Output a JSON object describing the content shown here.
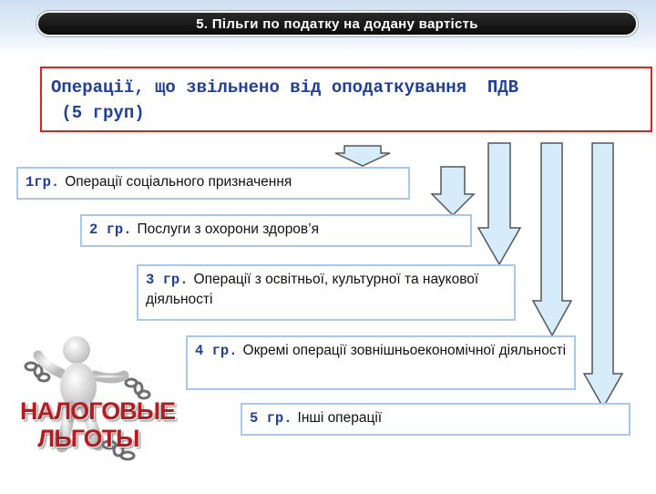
{
  "header": {
    "title": "5. Пільги по податку на додану вартість"
  },
  "main_box": {
    "title": "Операції, що звільнено від оподаткування  ПДВ\n (5 груп)"
  },
  "groups": [
    {
      "num": "1гр.",
      "text": "Операції соціального призначення"
    },
    {
      "num": "2 гр.",
      "text": "Послуги з охорони здоров’я"
    },
    {
      "num": "3 гр.",
      "text": "Операції з освітньої, культурної та наукової діяльності"
    },
    {
      "num": "4 гр.",
      "text": "Окремі операції зовнішньоекономічної діяльності"
    },
    {
      "num": "5 гр.",
      "text": "Інші операції"
    }
  ],
  "logo": {
    "line1": "НАЛОГОВЫЕ",
    "line2": "ЛЬГОТЫ"
  },
  "colors": {
    "accent_blue": "#1f3f99",
    "title_border": "#e02020",
    "box_border": "#a9c9e8",
    "arrow_fill": "#d7ecfb",
    "logo_red": "#b31d22"
  }
}
